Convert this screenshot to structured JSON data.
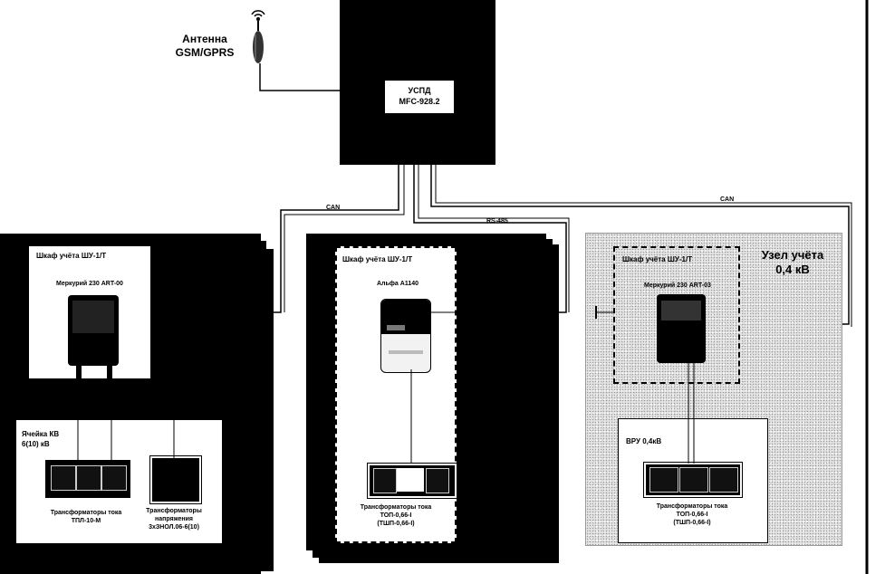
{
  "antenna": {
    "line1": "Антенна",
    "line2": "GSM/GPRS",
    "icon": "antenna-icon"
  },
  "uspd": {
    "line1": "УСПД",
    "line2": "MFC-928.2"
  },
  "links": {
    "can_left": "CAN",
    "rs485": "RS-485",
    "can_right": "CAN"
  },
  "left": {
    "cabinet_title": "Шкаф учёта ШУ-1/Т",
    "meter": "Меркурий 230 ART-00",
    "cell_line1": "Ячейка КВ",
    "cell_line2": "6(10) кВ",
    "ct_line1": "Трансформаторы тока",
    "ct_line2": "ТПЛ-10-М",
    "vt_line1": "Трансформаторы",
    "vt_line2": "напряжения",
    "vt_line3": "3хЗНОЛ.06-6(10)"
  },
  "middle": {
    "cabinet_title": "Шкаф учёта ШУ-1/Т",
    "meter": "Альфа А1140",
    "ct_line1": "Трансформаторы тока",
    "ct_line2": "ТОП-0,66-I",
    "ct_line3": "(ТШП-0,66-I)"
  },
  "right": {
    "node_line1": "Узел учёта",
    "node_line2": "0,4 кВ",
    "cabinet_title": "Шкаф учёта ШУ-1/Т",
    "meter": "Меркурий 230 ART-03",
    "vru": "ВРУ 0,4кВ",
    "ct_line1": "Трансформаторы тока",
    "ct_line2": "ТОП-0,66-I",
    "ct_line3": "(ТШП-0,66-I)"
  }
}
